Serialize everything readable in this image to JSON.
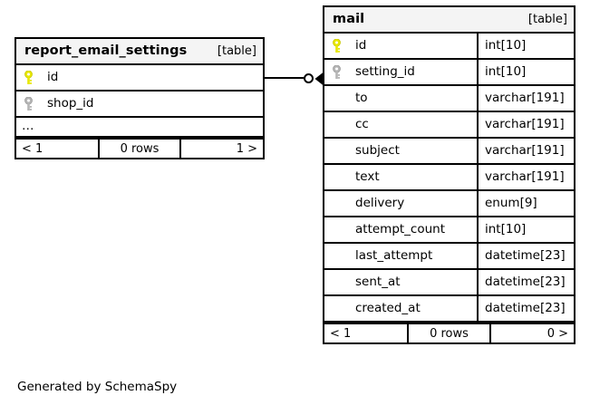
{
  "diagram": {
    "generator_caption": "Generated by SchemaSpy",
    "type_label": "[table]",
    "ellipsis": "…",
    "relationship": {
      "from_table": "report_email_settings",
      "from_column": "id",
      "to_table": "mail",
      "to_column": "setting_id",
      "source_cardinality": "zero-or-one",
      "target_cardinality": "many",
      "line_color": "#000000"
    },
    "colors": {
      "primary_key_icon": "#e8e800",
      "foreign_key_icon": "#b5b5b5",
      "header_background": "#f4f4f4",
      "border": "#000000",
      "body_background": "#ffffff",
      "text": "#000000"
    }
  },
  "tables": [
    {
      "id": "report_email_settings",
      "name": "report_email_settings",
      "type_label": "[table]",
      "show_types": false,
      "truncated": true,
      "columns": [
        {
          "name": "id",
          "type": "",
          "key": "primary"
        },
        {
          "name": "shop_id",
          "type": "",
          "key": "foreign"
        }
      ],
      "footer": {
        "prev": "< 1",
        "rows": "0 rows",
        "next": "1 >"
      }
    },
    {
      "id": "mail",
      "name": "mail",
      "type_label": "[table]",
      "show_types": true,
      "truncated": false,
      "columns": [
        {
          "name": "id",
          "type": "int[10]",
          "key": "primary"
        },
        {
          "name": "setting_id",
          "type": "int[10]",
          "key": "foreign"
        },
        {
          "name": "to",
          "type": "varchar[191]",
          "key": "none"
        },
        {
          "name": "cc",
          "type": "varchar[191]",
          "key": "none"
        },
        {
          "name": "subject",
          "type": "varchar[191]",
          "key": "none"
        },
        {
          "name": "text",
          "type": "varchar[191]",
          "key": "none"
        },
        {
          "name": "delivery",
          "type": "enum[9]",
          "key": "none"
        },
        {
          "name": "attempt_count",
          "type": "int[10]",
          "key": "none"
        },
        {
          "name": "last_attempt",
          "type": "datetime[23]",
          "key": "none"
        },
        {
          "name": "sent_at",
          "type": "datetime[23]",
          "key": "none"
        },
        {
          "name": "created_at",
          "type": "datetime[23]",
          "key": "none"
        }
      ],
      "footer": {
        "prev": "< 1",
        "rows": "0 rows",
        "next": "0 >"
      }
    }
  ]
}
